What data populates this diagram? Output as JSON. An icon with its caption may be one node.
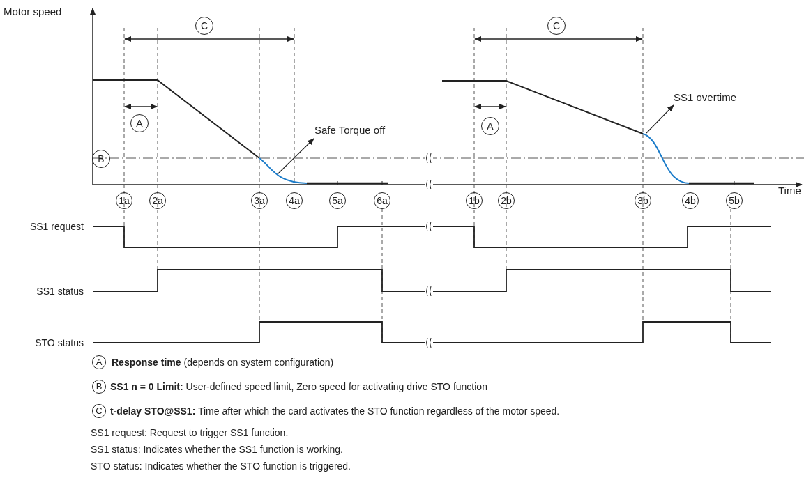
{
  "diagram": {
    "nodes": [
      {
        "text": [
          "Safe Torque off"
        ]
      },
      {
        "text": [
          "SS1 overtime"
        ]
      }
    ],
    "edges": [
      {
        "from": null,
        "to": 0,
        "arrow": "to"
      },
      {
        "from": null,
        "to": 1,
        "arrow": "to"
      }
    ],
    "labels": [
      "Motor speed",
      "C",
      "C",
      "A",
      "A",
      "B",
      "Time",
      "1a",
      "2a",
      "3a",
      "4a",
      "5a",
      "6a",
      "1b",
      "2b",
      "3b",
      "4b",
      "5b",
      "SS1 request",
      "SS1 status",
      "STO status",
      "A",
      "**Response time** (depends on system configuration)",
      "B",
      "**SS1 n = 0 Limit:** User-defined speed limit, Zero speed for activating drive STO function",
      "C",
      "**t-delay STO@SS1:** Time after which the card activates the STO function regardless of the motor speed.",
      "SS1 request: Request to trigger SS1 function.",
      "SS1 status: Indicates whether the SS1 function is working.",
      "STO status: Indicates whether the STO function is triggered."
    ]
  }
}
